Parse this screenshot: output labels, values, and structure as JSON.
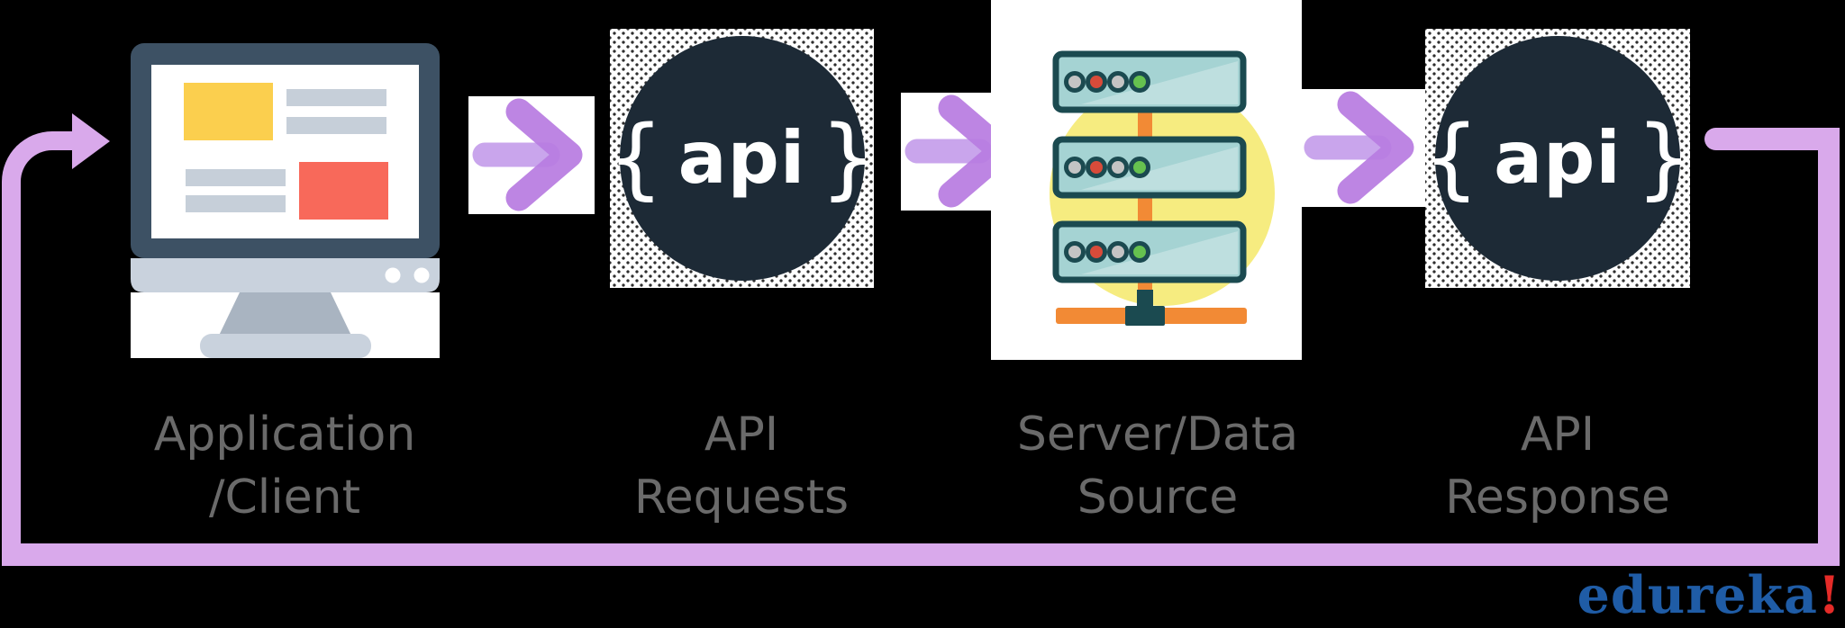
{
  "stages": [
    {
      "key": "client",
      "lines": [
        "Application",
        "/Client"
      ]
    },
    {
      "key": "api_requests",
      "lines": [
        "API",
        "Requests"
      ]
    },
    {
      "key": "server",
      "lines": [
        "Server/Data",
        "Source"
      ]
    },
    {
      "key": "api_response",
      "lines": [
        "API",
        "Response"
      ]
    }
  ],
  "api_badge": {
    "open_brace": "{",
    "word": "api",
    "close_brace": "}"
  },
  "logo": {
    "name": "edureka",
    "exclamation": "!"
  },
  "colors": {
    "background": "#000000",
    "loop_purple": "#d9a9eb",
    "arrow_chevron_purple": "#b87ce1",
    "arrow_tail_purple": "#c9a5ec",
    "api_circle_navy": "#1d2a36",
    "api_text_white": "#ffffff",
    "label_gray": "#6a6a6a",
    "monitor_frame": "#3d5164",
    "monitor_bezel": "#c9d2dd",
    "monitor_stand": "#a9b4c1",
    "screen_yellow": "#fbcf4e",
    "screen_red": "#f8695a",
    "screen_gray_bar": "#c6cfd9",
    "server_box_teal": "#a5d3d3",
    "server_border_teal": "#1b4a50",
    "server_orange": "#f28a35",
    "server_halo_yellow": "#f6ec80",
    "led_gray": "#c4c4c4",
    "led_red": "#d84b3a",
    "led_green": "#66c14f",
    "logo_blue": "#1f5ca6",
    "logo_red": "#e52b28"
  }
}
